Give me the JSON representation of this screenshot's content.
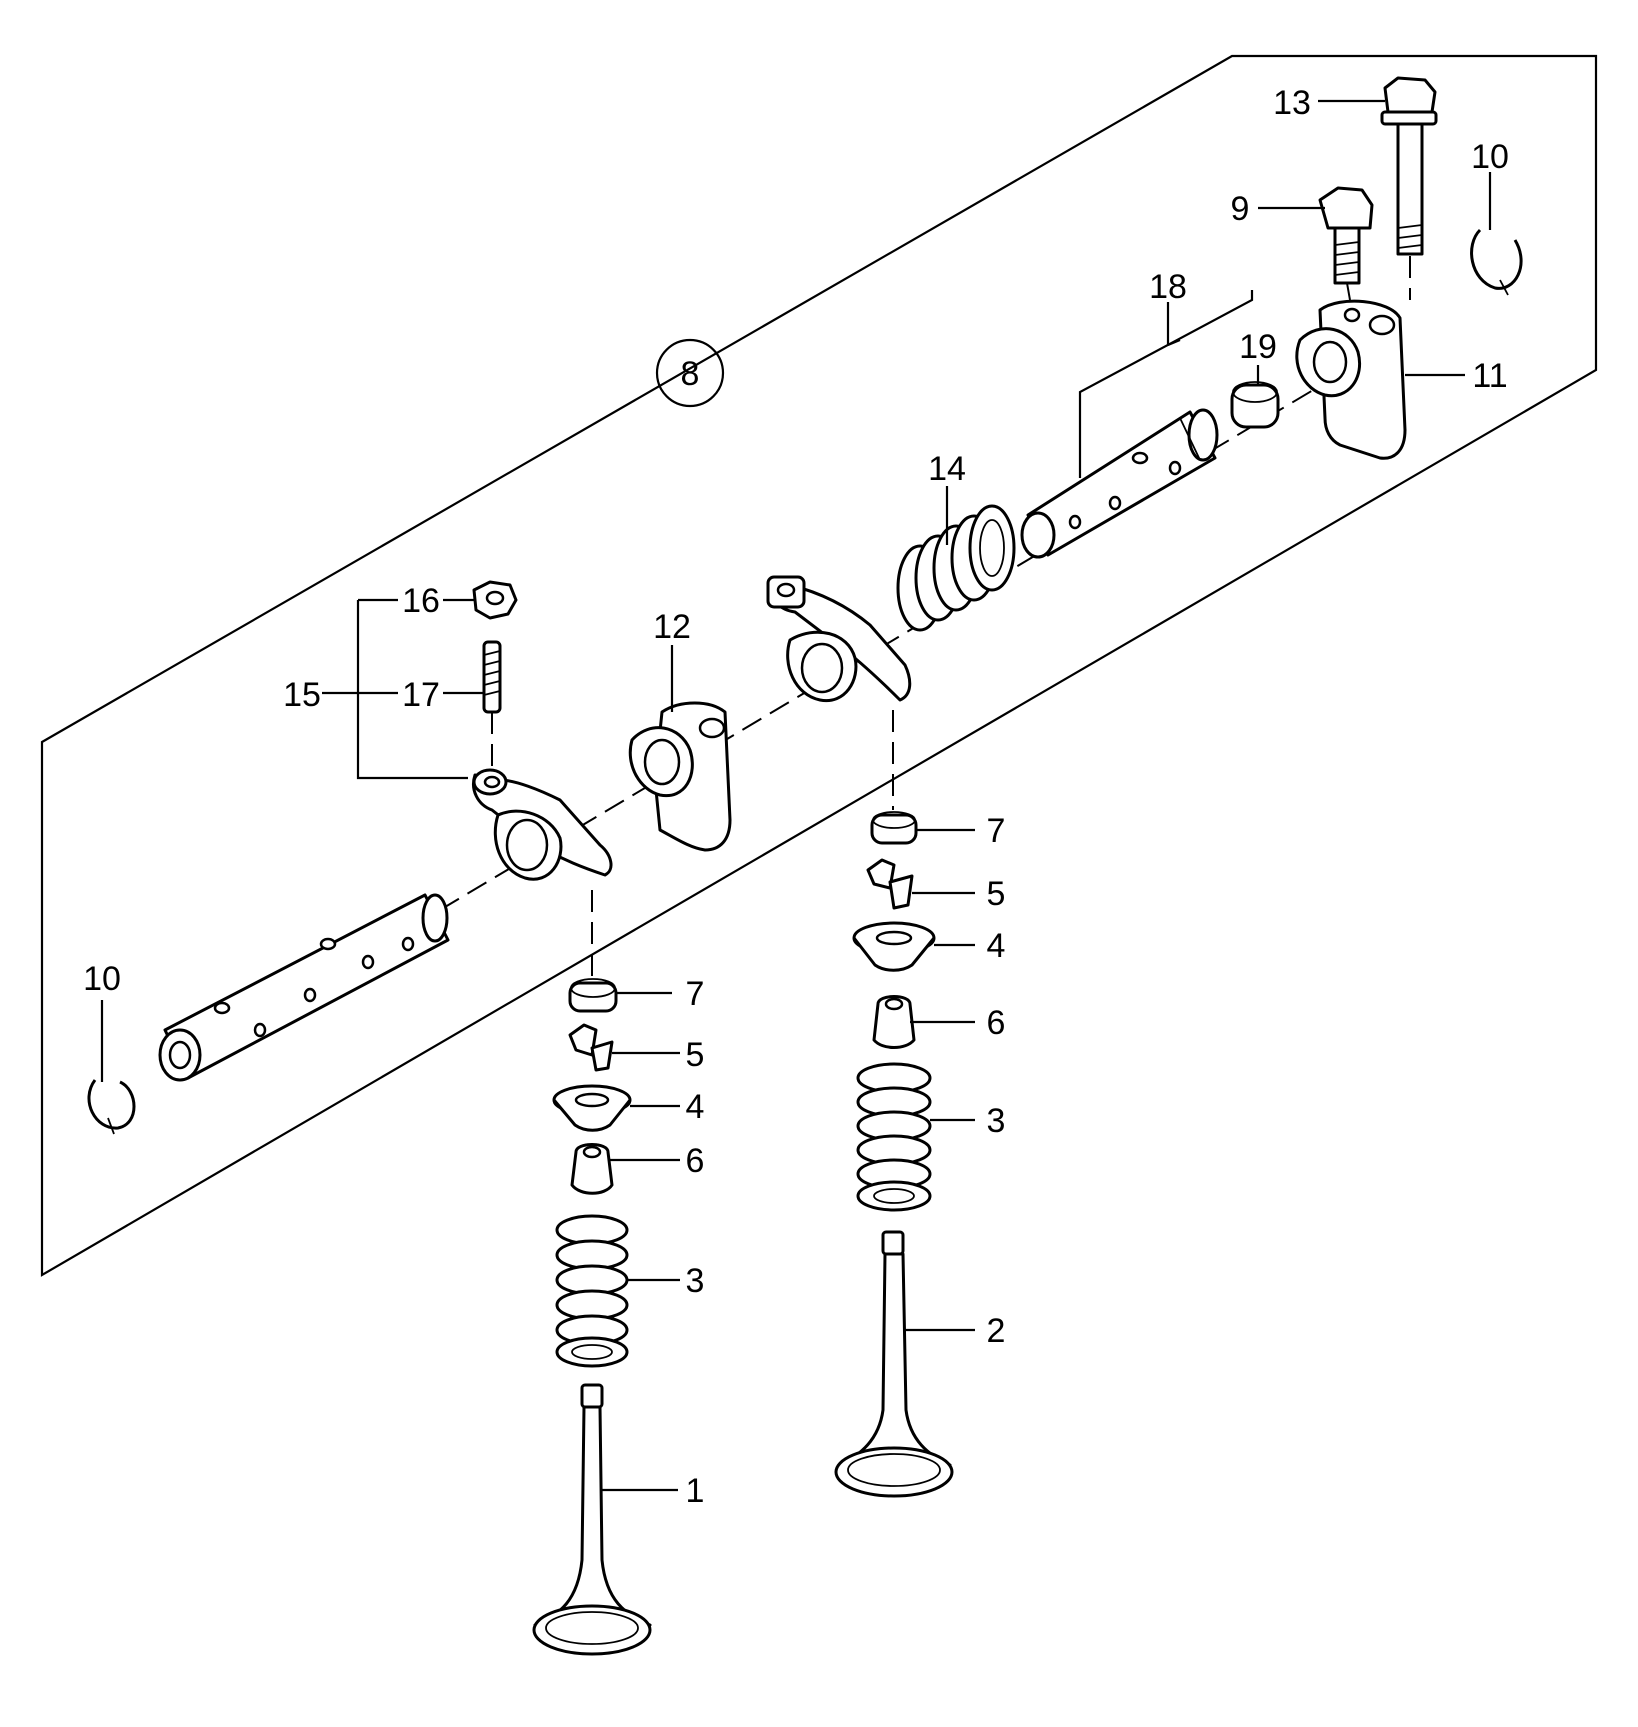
{
  "diagram": {
    "assembly_callout": "8",
    "callouts": {
      "c1": "1",
      "c2": "2",
      "c3a": "3",
      "c3b": "3",
      "c4a": "4",
      "c4b": "4",
      "c5a": "5",
      "c5b": "5",
      "c6a": "6",
      "c6b": "6",
      "c7a": "7",
      "c7b": "7",
      "c9": "9",
      "c10a": "10",
      "c10b": "10",
      "c11": "11",
      "c12": "12",
      "c13": "13",
      "c14": "14",
      "c15": "15",
      "c16": "16",
      "c17": "17",
      "c18": "18",
      "c19": "19"
    }
  }
}
